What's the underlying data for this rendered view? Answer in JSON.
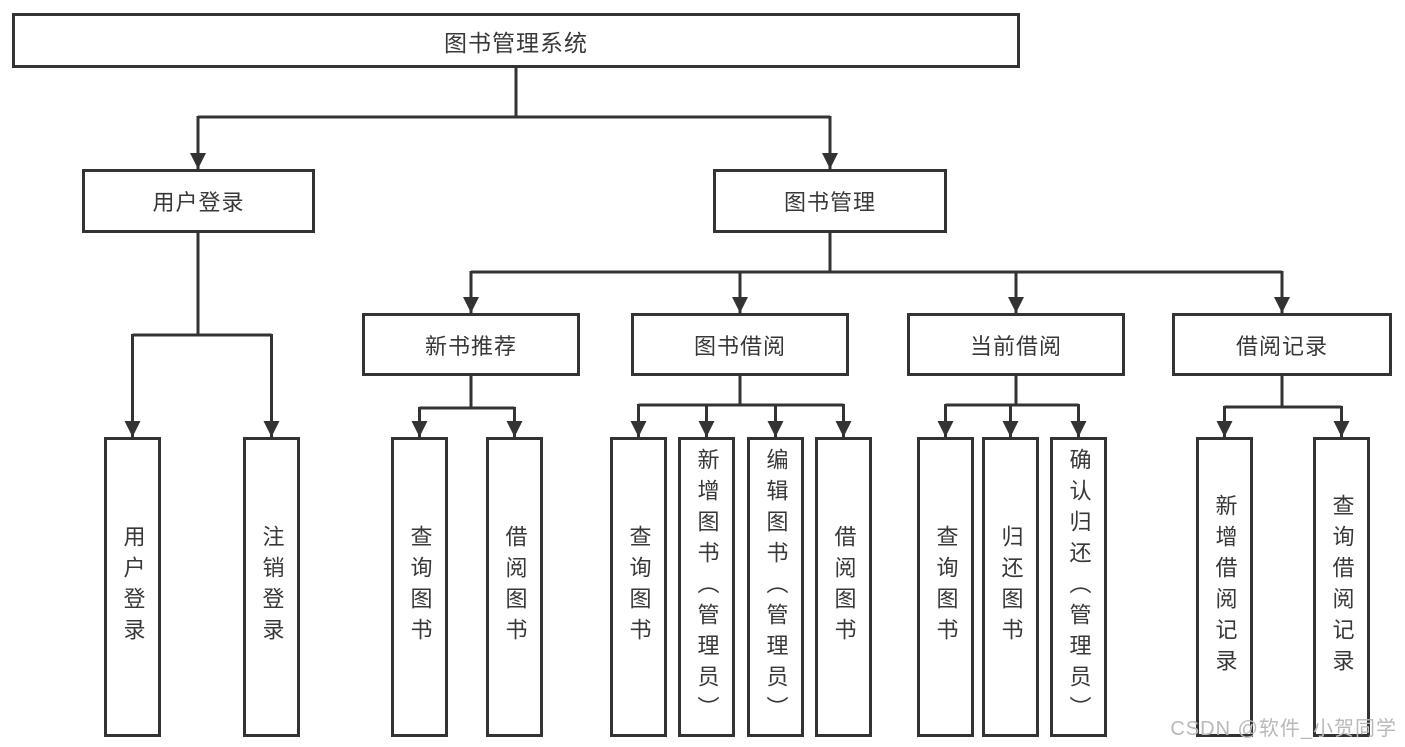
{
  "diagram": {
    "title": "图书管理系统",
    "level2": {
      "login": "用户登录",
      "management": "图书管理"
    },
    "level3": {
      "new_books": "新书推荐",
      "borrowing": "图书借阅",
      "current": "当前借阅",
      "records": "借阅记录"
    },
    "leaves": {
      "login": [
        "用户登录",
        "注销登录"
      ],
      "new_books": [
        "查询图书",
        "借阅图书"
      ],
      "borrowing": [
        "查询图书",
        "新增图书（管理员）",
        "编辑图书（管理员）",
        "借阅图书"
      ],
      "current": [
        "查询图书",
        "归还图书",
        "确认归还（管理员）"
      ],
      "records": [
        "新增借阅记录",
        "查询借阅记录"
      ]
    },
    "watermark": "CSDN @软件_小贺同学",
    "colors": {
      "line": "#333333",
      "text": "#383838",
      "watermark": "#b9b9b9",
      "background": "#ffffff"
    }
  }
}
